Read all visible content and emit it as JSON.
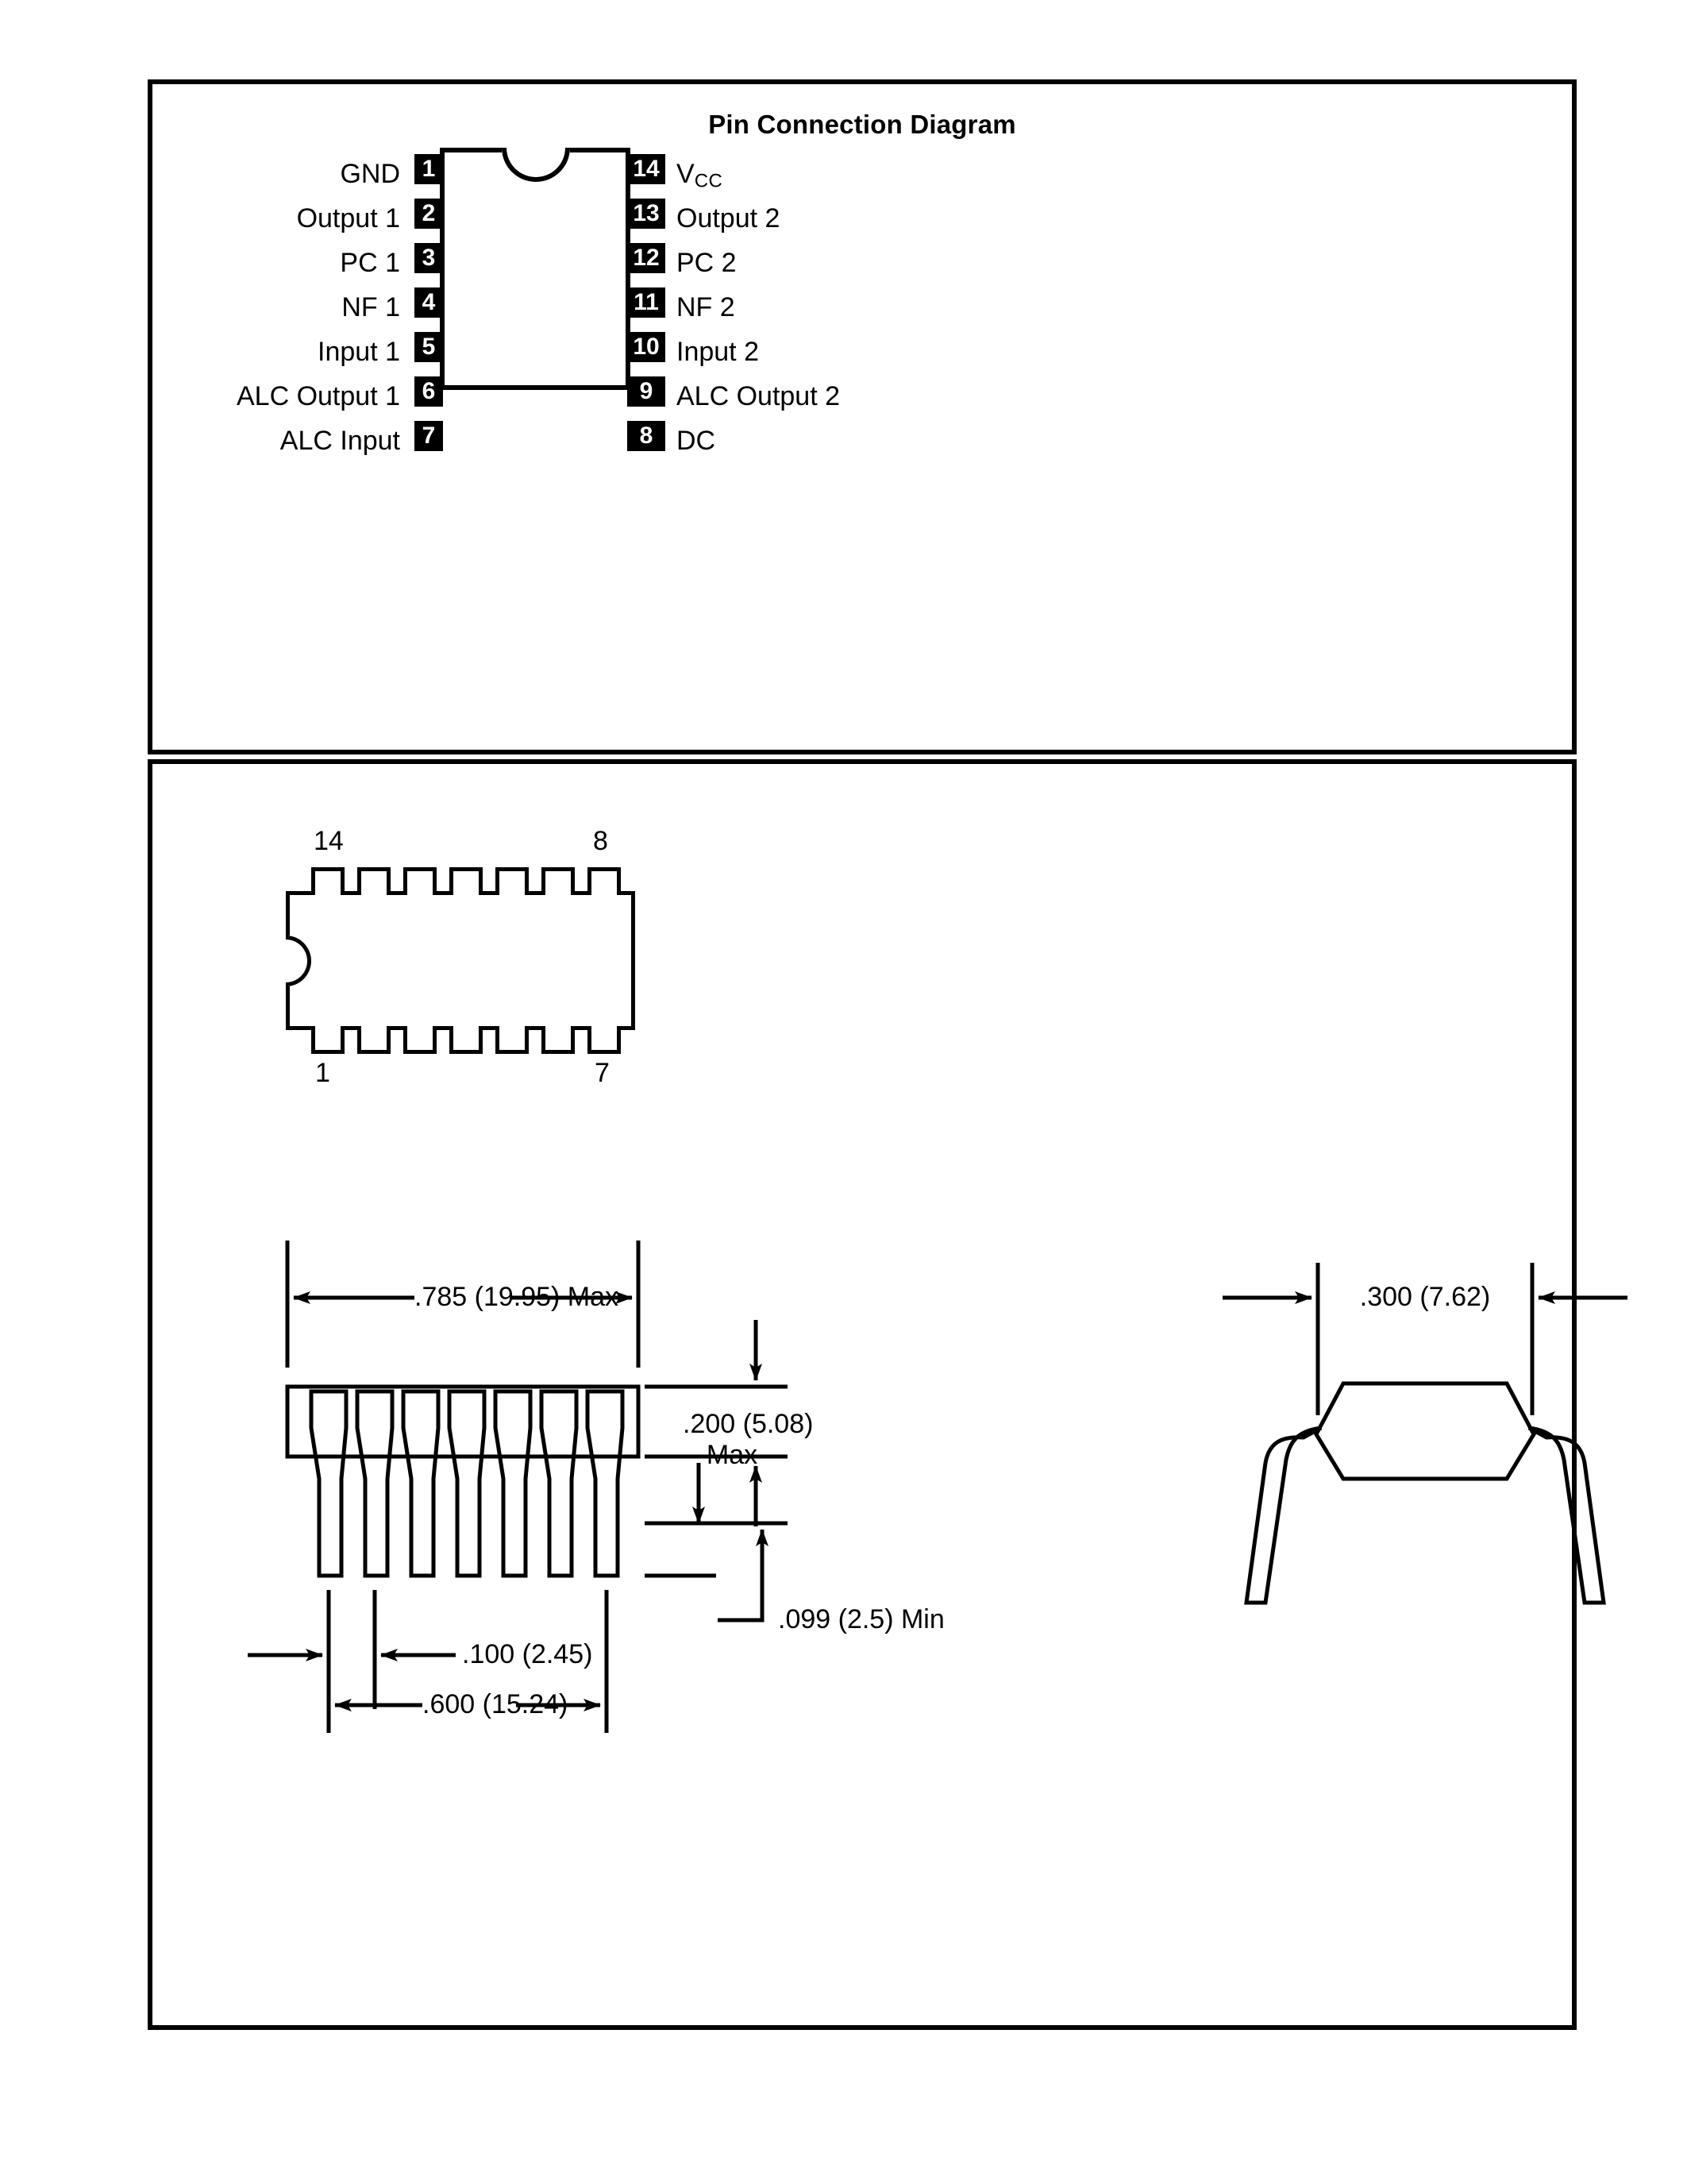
{
  "page": {
    "background": "#ffffff",
    "ink": "#000000"
  },
  "pin_connection": {
    "title": "Pin Connection Diagram",
    "package_type": "DIP-14",
    "notch_position": "top-center",
    "left_pins": [
      {
        "number": "1",
        "label": "GND"
      },
      {
        "number": "2",
        "label": "Output 1"
      },
      {
        "number": "3",
        "label": "PC 1"
      },
      {
        "number": "4",
        "label": "NF 1"
      },
      {
        "number": "5",
        "label": "Input 1"
      },
      {
        "number": "6",
        "label": "ALC Output 1"
      },
      {
        "number": "7",
        "label": "ALC Input"
      }
    ],
    "right_pins": [
      {
        "number": "14",
        "label": "VCC",
        "label_base": "V",
        "label_sub": "CC"
      },
      {
        "number": "13",
        "label": "Output 2"
      },
      {
        "number": "12",
        "label": "PC 2"
      },
      {
        "number": "11",
        "label": "NF 2"
      },
      {
        "number": "10",
        "label": "Input 2"
      },
      {
        "number": "9",
        "label": "ALC Output 2"
      },
      {
        "number": "8",
        "label": "DC"
      }
    ]
  },
  "package_top_view": {
    "corner_numbers": {
      "top_left": "14",
      "top_right": "8",
      "bottom_left": "1",
      "bottom_right": "7"
    },
    "lead_count_per_side": 7
  },
  "dimensions": {
    "body_length": ".785 (19.95) Max",
    "body_height_line1": ".200 (5.08)",
    "body_height_line2": "Max",
    "lead_pitch": ".100 (2.45)",
    "row_span": ".600 (15.24)",
    "lead_length": ".099 (2.5) Min",
    "row_spacing": ".300 (7.62)"
  }
}
